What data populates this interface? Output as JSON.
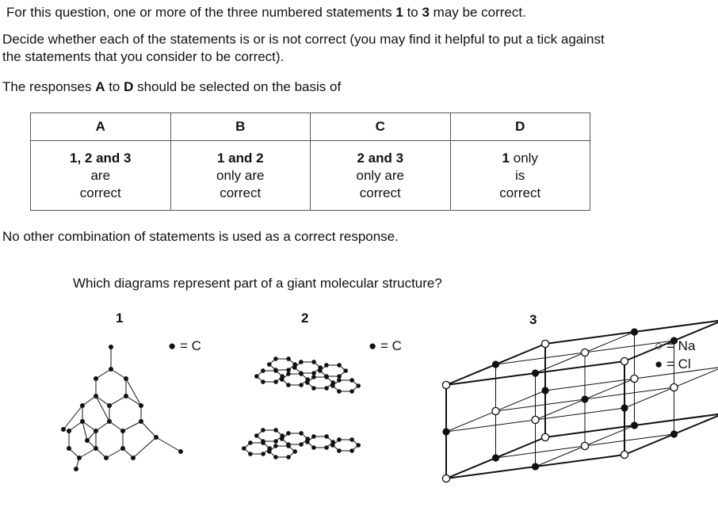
{
  "instructions": {
    "intro": {
      "pre": "For this  question, one or more of the three numbered statements ",
      "b1": "1",
      "mid": " to ",
      "b2": "3",
      "post": " may be correct."
    },
    "decide_line1": "Decide whether each of the statements is or is not correct (you may find it helpful to put a tick against",
    "decide_line2": "the statements that you consider to be correct).",
    "basis": {
      "pre": "The responses ",
      "bA": "A",
      "mid": " to ",
      "bD": "D",
      "post": " should be selected on the basis of"
    },
    "no_other": "No other combination of statements is used as a correct response."
  },
  "response_table": {
    "headers": [
      "A",
      "B",
      "C",
      "D"
    ],
    "cells": [
      {
        "bold": "1, 2 and 3",
        "line2": "are",
        "line3": "correct"
      },
      {
        "bold": "1 and 2",
        "line2": "only are",
        "line3": "correct"
      },
      {
        "bold": "2 and 3",
        "line2": "only are",
        "line3": "correct"
      },
      {
        "bold": "1",
        "line1rest": " only",
        "line2": "is",
        "line3": "correct"
      }
    ]
  },
  "question": "Which diagrams represent part of a giant molecular structure?",
  "diagrams": [
    {
      "label": "1",
      "key": "= C",
      "structure": "diamond"
    },
    {
      "label": "2",
      "key": "= C",
      "structure": "graphite"
    },
    {
      "label": "3",
      "key_open": "= Na",
      "key_filled": "= Cl",
      "structure": "sodium chloride"
    }
  ]
}
